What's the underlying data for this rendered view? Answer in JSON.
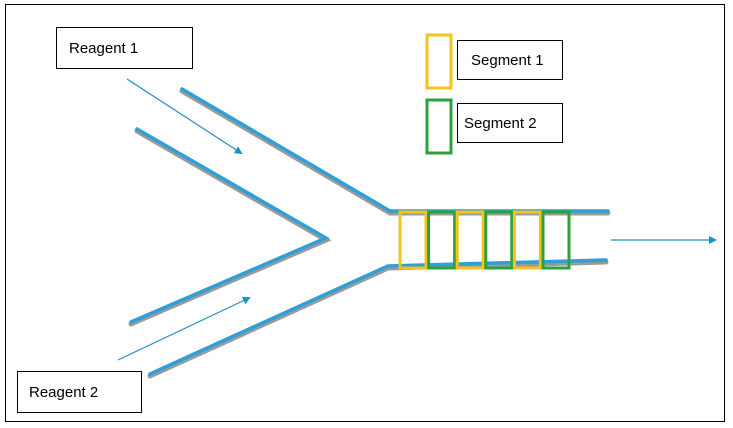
{
  "labels": {
    "reagent1": "Reagent 1",
    "reagent2": "Reagent 2",
    "segment1": "Segment 1",
    "segment2": "Segment 2"
  },
  "colors": {
    "channel": "#2e9fd8",
    "channel_shadow": "#9a9a9a",
    "arrow": "#1f8fc4",
    "segment1": "#f7c21b",
    "segment2": "#2aa43a"
  },
  "segment_sequence": [
    "segment1",
    "segment2",
    "segment1",
    "segment2",
    "segment1",
    "segment2"
  ]
}
